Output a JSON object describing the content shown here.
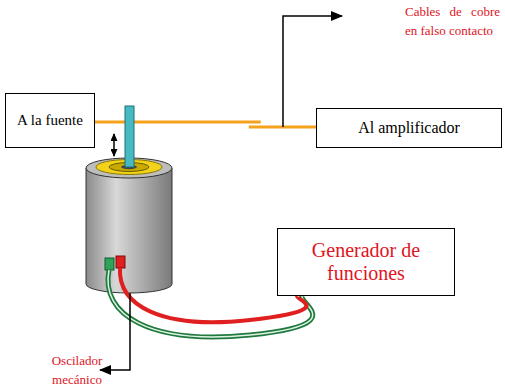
{
  "diagram": {
    "nodes": [
      {
        "text": [
          "A la fuente"
        ]
      },
      {
        "text": [
          "Al amplificador"
        ]
      },
      {
        "text": [
          "Generador de funciones"
        ]
      }
    ],
    "edges": [
      {
        "from": 0,
        "to": 1,
        "arrow": "none"
      }
    ],
    "labels": [
      "Cables de cobre en falso contacto",
      "Oscilador mecánico"
    ]
  }
}
